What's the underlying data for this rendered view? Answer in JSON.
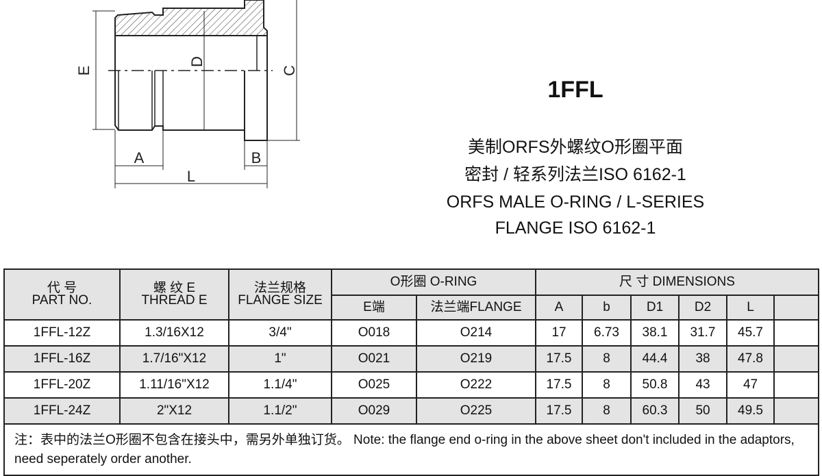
{
  "drawing": {
    "labels": {
      "E": "E",
      "D": "D",
      "C": "C",
      "A": "A",
      "B": "B",
      "L": "L"
    }
  },
  "title": "1FFL",
  "subtitle": [
    "美制ORFS外螺纹O形圈平面",
    "密封 / 轻系列法兰ISO 6162-1",
    "ORFS MALE O-RING / L-SERIES",
    "FLANGE ISO 6162-1"
  ],
  "table": {
    "headers": {
      "part_cn": "代 号",
      "part_en": "PART NO.",
      "thread_cn": "螺 纹 E",
      "thread_en": "THREAD E",
      "flange_cn": "法兰规格",
      "flange_en": "FLANGE SIZE",
      "oring": "O形圈 O-RING",
      "oring_e": "E端",
      "oring_flange": "法兰端FLANGE",
      "dimensions": "尺 寸  DIMENSIONS",
      "A": "A",
      "b": "b",
      "D1": "D1",
      "D2": "D2",
      "L": "L"
    },
    "rows": [
      [
        "1FFL-12Z",
        "1.3/16X12",
        "3/4\"",
        "O018",
        "O214",
        "17",
        "6.73",
        "38.1",
        "31.7",
        "45.7"
      ],
      [
        "1FFL-16Z",
        "1.7/16\"X12",
        "1\"",
        "O021",
        "O219",
        "17.5",
        "8",
        "44.4",
        "38",
        "47.8"
      ],
      [
        "1FFL-20Z",
        "1.11/16\"X12",
        "1.1/4\"",
        "O025",
        "O222",
        "17.5",
        "8",
        "50.8",
        "43",
        "47"
      ],
      [
        "1FFL-24Z",
        "2\"X12",
        "1.1/2\"",
        "O029",
        "O225",
        "17.5",
        "8",
        "60.3",
        "50",
        "49.5"
      ]
    ],
    "note": "注：表中的法兰O形圈不包含在接头中，需另外单独订货。 Note: the flange end o-ring in the above sheet don't included in the adaptors, need seperately order another."
  }
}
